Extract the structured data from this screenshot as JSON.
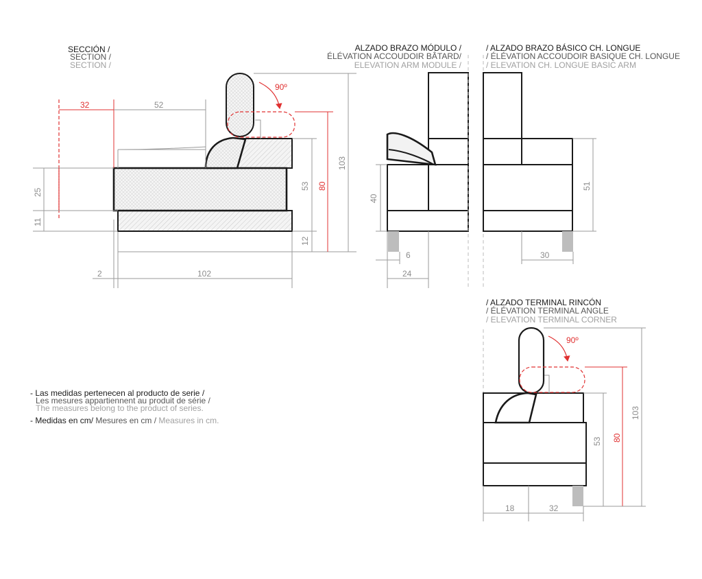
{
  "section": {
    "title": [
      "SECCIÓN /",
      "SECTION /",
      "SECTION /"
    ],
    "dims": {
      "d32": "32",
      "d52": "52",
      "d25": "25",
      "d11": "11",
      "d2": "2",
      "d102": "102",
      "d53": "53",
      "d80": "80",
      "d103": "103",
      "d12": "12",
      "angle": "90º"
    }
  },
  "arm_module": {
    "title": [
      "ALZADO BRAZO MÓDULO /",
      "ÉLÉVATION ACCOUDOIR BÂTARD/",
      "ELEVATION ARM MODULE /"
    ],
    "dims": {
      "d40": "40",
      "d6": "6",
      "d24": "24"
    }
  },
  "arm_basic": {
    "title": [
      "/ ALZADO BRAZO BÁSICO CH. LONGUE",
      "/ ÉLÉVATION ACCOUDOIR BASIQUE CH. LONGUE",
      "/ ELEVATION CH. LONGUE BASIC ARM"
    ],
    "dims": {
      "d51": "51",
      "d30": "30"
    }
  },
  "terminal": {
    "title": [
      "/ ALZADO TERMINAL RINCÓN",
      "/ ÉLÉVATION TERMINAL ANGLE",
      "/ ELEVATION TERMINAL CORNER"
    ],
    "dims": {
      "angle": "90º",
      "d53": "53",
      "d80": "80",
      "d103": "103",
      "d18": "18",
      "d32": "32"
    }
  },
  "notes": {
    "line1": [
      "- Las medidas pertenecen al producto de serie /",
      "Les mesures appartiennent au produit de série  /",
      "The measures belong to the product of series."
    ],
    "line2": [
      "- Medidas en cm/",
      " Mesures en cm /",
      " Measures in cm."
    ]
  },
  "colors": {
    "ink": "#1a1a1a",
    "dimension": "#8c8c8c",
    "highlight": "#e03030",
    "leg": "#bdbdbd"
  }
}
